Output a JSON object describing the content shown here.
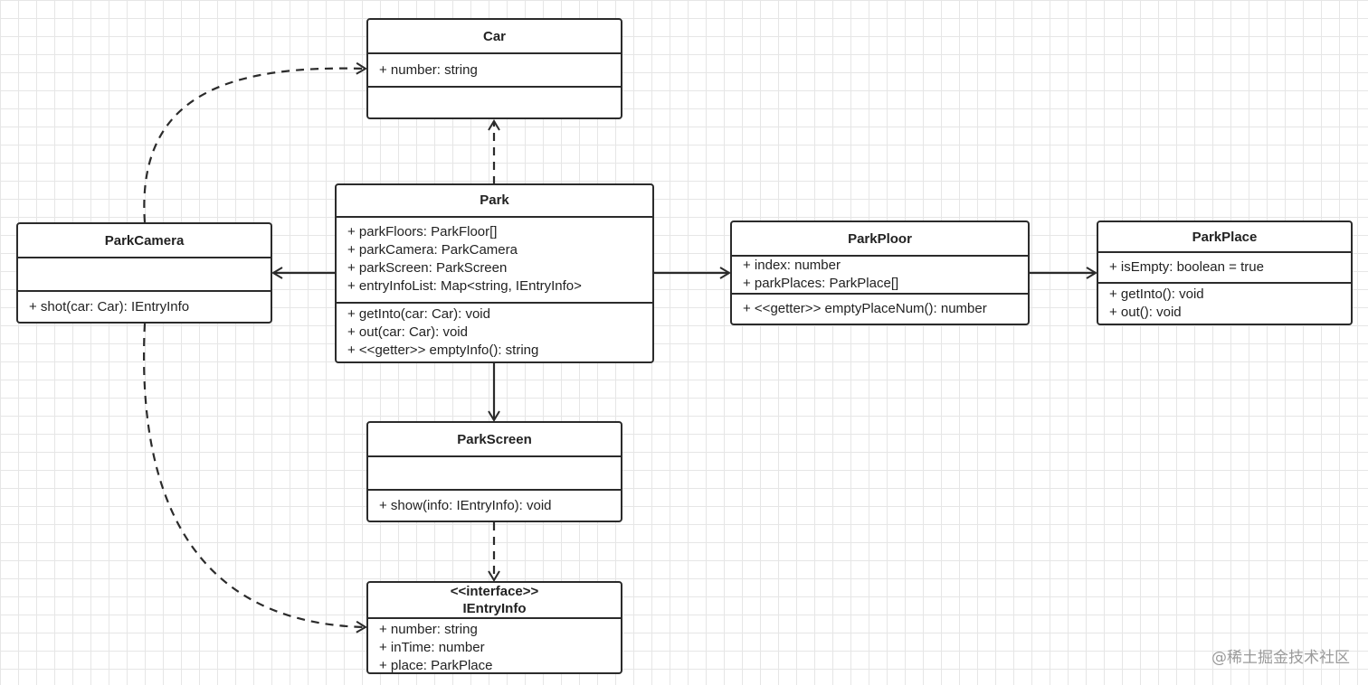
{
  "classes": {
    "car": {
      "name": "Car",
      "attributes": [
        "+ number: string"
      ],
      "methods": []
    },
    "park": {
      "name": "Park",
      "attributes": [
        "+ parkFloors: ParkFloor[]",
        "+ parkCamera: ParkCamera",
        "+ parkScreen: ParkScreen",
        "+ entryInfoList: Map<string, IEntryInfo>"
      ],
      "methods": [
        "+ getInto(car: Car): void",
        "+ out(car: Car): void",
        "+ <<getter>> emptyInfo(): string"
      ]
    },
    "parkCamera": {
      "name": "ParkCamera",
      "attributes": [],
      "methods": [
        "+ shot(car: Car): IEntryInfo"
      ]
    },
    "parkFloor": {
      "name": "ParkPloor",
      "attributes": [
        "+ index: number",
        "+ parkPlaces: ParkPlace[]"
      ],
      "methods": [
        "+ <<getter>> emptyPlaceNum(): number"
      ]
    },
    "parkPlace": {
      "name": "ParkPlace",
      "attributes": [
        "+ isEmpty: boolean = true"
      ],
      "methods": [
        "+ getInto(): void",
        "+ out(): void"
      ]
    },
    "parkScreen": {
      "name": "ParkScreen",
      "attributes": [],
      "methods": [
        "+ show(info: IEntryInfo): void"
      ]
    },
    "entryInfo": {
      "stereotype": "<<interface>>",
      "name": "IEntryInfo",
      "attributes": [
        "+ number: string",
        "+ inTime: number",
        "+ place: ParkPlace"
      ]
    }
  },
  "edges": [
    {
      "from": "park",
      "to": "car",
      "style": "dashed"
    },
    {
      "from": "park",
      "to": "parkCamera",
      "style": "solid"
    },
    {
      "from": "park",
      "to": "parkFloor",
      "style": "solid"
    },
    {
      "from": "parkFloor",
      "to": "parkPlace",
      "style": "solid"
    },
    {
      "from": "park",
      "to": "parkScreen",
      "style": "solid"
    },
    {
      "from": "parkScreen",
      "to": "entryInfo",
      "style": "dashed"
    },
    {
      "from": "parkCamera",
      "to": "car",
      "style": "dashed"
    },
    {
      "from": "parkCamera",
      "to": "entryInfo",
      "style": "dashed"
    }
  ],
  "watermark": "@稀土掘金技术社区"
}
